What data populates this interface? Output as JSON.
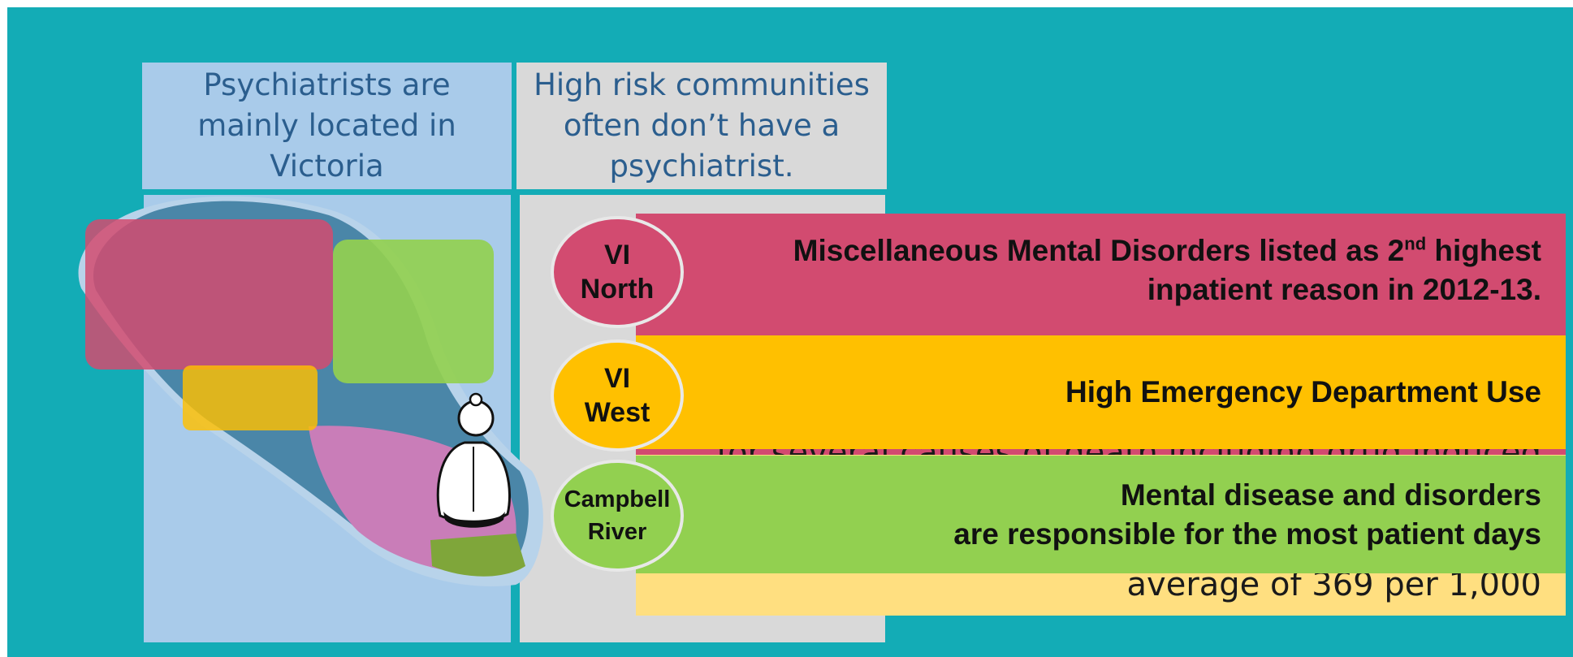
{
  "headers": {
    "left": "Psychiatrists are mainly located in Victoria",
    "right": "High risk communities often don’t have a psychiatrist."
  },
  "map": {
    "icon": "psychiatrist-figure-icon",
    "region_colors": {
      "north": "#d24b70",
      "west": "#ffc000",
      "campbell_river": "#92d050",
      "south": "#c97db8",
      "mid": "#4a86a8"
    }
  },
  "regions": [
    {
      "badge_lines": [
        "VI",
        "North"
      ],
      "lines": [
        "Miscellaneous Mental Disorders listed as 2",
        "nd",
        " highest",
        "inpatient reason in 2012-13."
      ],
      "color": "#d24b70"
    },
    {
      "badge_lines": [
        "VI",
        "West"
      ],
      "lines": [
        "High Emergency Department Use"
      ],
      "color": "#ffc000"
    },
    {
      "badge_lines": [
        "Campbell",
        "River"
      ],
      "lines": [
        "Mental disease and disorders",
        "are responsible for the most patient days"
      ],
      "color": "#92d050"
    }
  ],
  "underlying": {
    "band1_text": "for several causes of death including drug induced",
    "band2_text": "average of  369 per 1,000"
  }
}
